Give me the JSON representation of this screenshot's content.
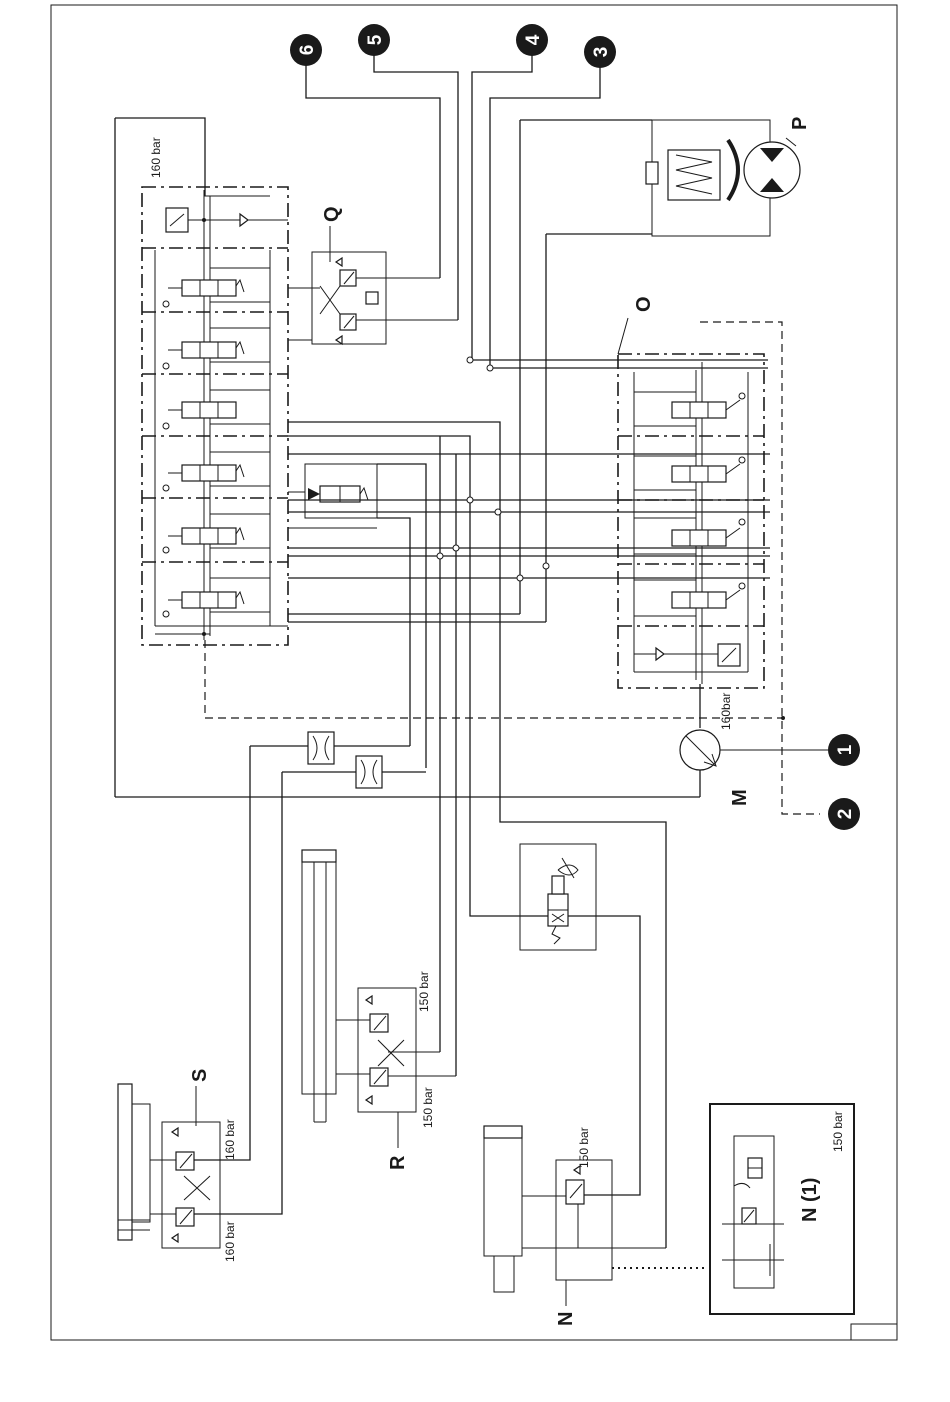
{
  "components": {
    "P": "P",
    "Q": "Q",
    "O": "O",
    "M": "M",
    "S": "S",
    "R": "R",
    "N": "N",
    "N1": "N (1)"
  },
  "connections": [
    "1",
    "2",
    "3",
    "4",
    "5",
    "6"
  ],
  "pressures": {
    "main_valve": "160 bar",
    "motor": "160bar",
    "s_top": "160 bar",
    "s_bottom": "160 bar",
    "r_top": "150 bar",
    "r_bottom": "150 bar",
    "n": "150 bar",
    "n1": "150 bar"
  }
}
